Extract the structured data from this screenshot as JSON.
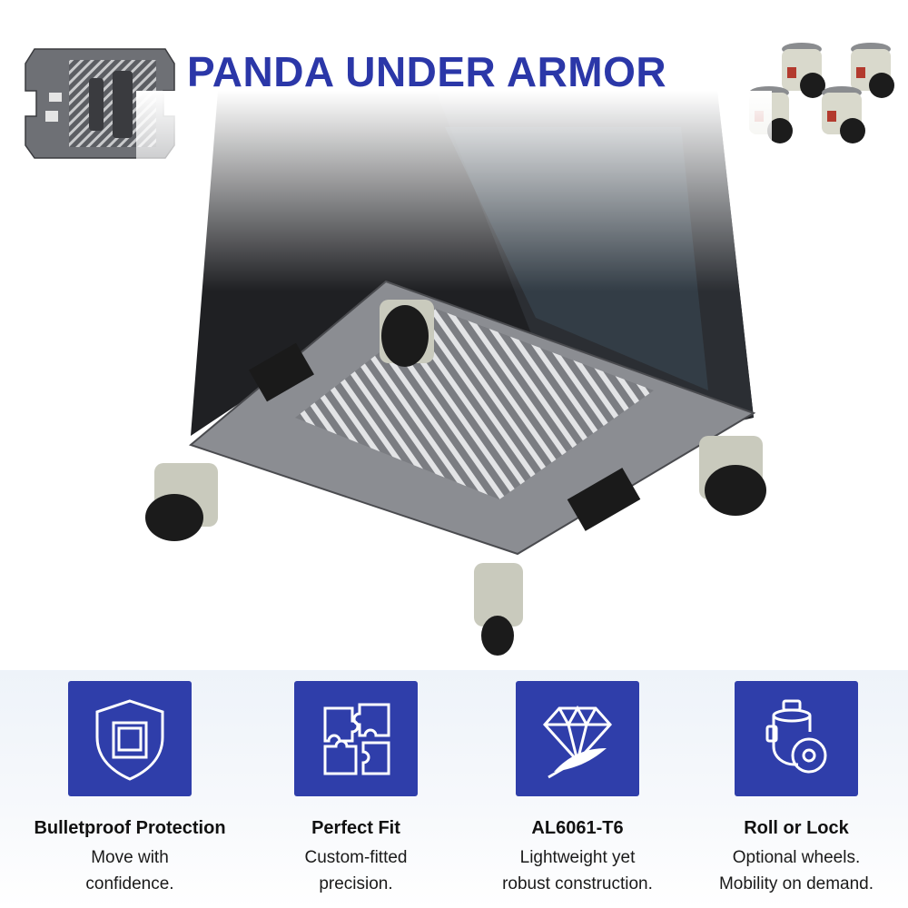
{
  "header": {
    "title": "PANDA UNDER ARMOR"
  },
  "colors": {
    "brand_blue": "#2b37a8",
    "tile_blue": "#2f3eaa",
    "plate_gray": "#8b8d92"
  },
  "features": [
    {
      "icon": "shield-printer-icon",
      "title": "Bulletproof Protection",
      "desc_line1": "Move with",
      "desc_line2": "confidence."
    },
    {
      "icon": "puzzle-icon",
      "title": "Perfect Fit",
      "desc_line1": "Custom-fitted",
      "desc_line2": "precision."
    },
    {
      "icon": "diamond-feather-icon",
      "title": "AL6061-T6",
      "desc_line1": "Lightweight yet",
      "desc_line2": "robust construction."
    },
    {
      "icon": "caster-wheel-icon",
      "title": "Roll or Lock",
      "desc_line1": "Optional wheels.",
      "desc_line2": "Mobility on demand."
    }
  ]
}
